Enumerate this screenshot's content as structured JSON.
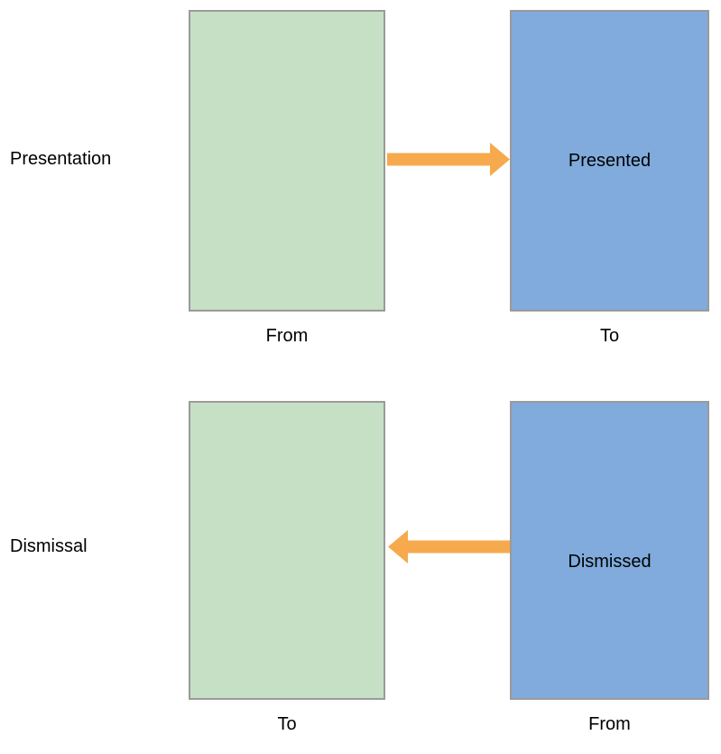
{
  "diagram": {
    "type": "state-transition",
    "background_color": "#ffffff",
    "palette": {
      "source_fill": "#c6e0c6",
      "target_fill": "#80abdc",
      "box_border": "#9a9a9a",
      "arrow_color": "#f6aa4d",
      "text_color": "#000000"
    },
    "rows": [
      {
        "id": "presentation",
        "caption": "Presentation",
        "left_box": {
          "label": "",
          "fill": "#c6e0c6",
          "role": "source",
          "caption": "From"
        },
        "arrow": {
          "direction": "right",
          "color": "#f6aa4d",
          "name": "arrow-right-icon"
        },
        "right_box": {
          "label": "Presented",
          "fill": "#80abdc",
          "role": "target",
          "caption": "To"
        }
      },
      {
        "id": "dismissal",
        "caption": "Dismissal",
        "left_box": {
          "label": "",
          "fill": "#c6e0c6",
          "role": "target",
          "caption": "To"
        },
        "arrow": {
          "direction": "left",
          "color": "#f6aa4d",
          "name": "arrow-left-icon"
        },
        "right_box": {
          "label": "Dismissed",
          "fill": "#80abdc",
          "role": "source",
          "caption": "From"
        }
      }
    ]
  }
}
